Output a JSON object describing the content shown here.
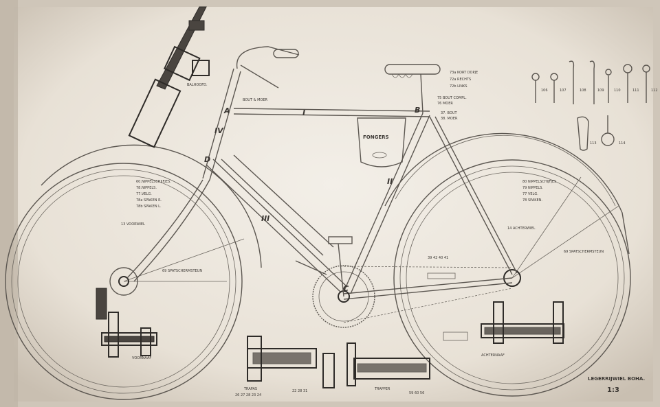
{
  "labels": {
    "balhoofd": "BALHOOFD.",
    "bout_moer": "BOUT & MOER",
    "fongers": "FONGERS",
    "kort_dopje": "73a KORT DOPJE",
    "rechts": "72a RECHTS",
    "links": "72b LINKS",
    "bout_compl": "75 BOUT COMPL.",
    "moer76": "76 MOER",
    "bout37": "37. BOUT",
    "moer38": "38. MOER",
    "front_spokes": [
      "60.NIPPELSCHIJFJES.",
      "78.NIPPELS.",
      "77.VELG.",
      "78a SPAKEN R.",
      "78b SPAKEN L."
    ],
    "voorwiel": "13 VOORWIEL",
    "spatscherm_front": "69 SPATSCHERMSTEUN",
    "rear_spokes": [
      "80 NIPPELSCHIJFJES",
      "79 NIPPELS.",
      "77 VELG.",
      "78 SPAKEN."
    ],
    "achterwiel": "14 ACHTERWIEL",
    "spatscherm_rear": "69 SPATSCHERMSTEUN",
    "voornaaf": "VOORNAAF",
    "achternaaf": "ACHTERNAAF",
    "trapas": "TRAPAS",
    "trapas_nums": "26 27 28 23 24",
    "trapas_right_nums": "22 28 31",
    "trapper": "TRAPPER",
    "trapper_nums": "59 60 56",
    "footer_title": "LEGERRIJWIEL BOHA.",
    "scale": "1:3"
  },
  "frame_letters": [
    "A",
    "B",
    "C",
    "D"
  ],
  "roman_numerals": [
    "I",
    "II",
    "III",
    "IV"
  ],
  "chain_nums": "39 42 40 41",
  "tool_numbers": [
    "106",
    "107",
    "108",
    "109",
    "110",
    "111",
    "112",
    "113",
    "114"
  ]
}
